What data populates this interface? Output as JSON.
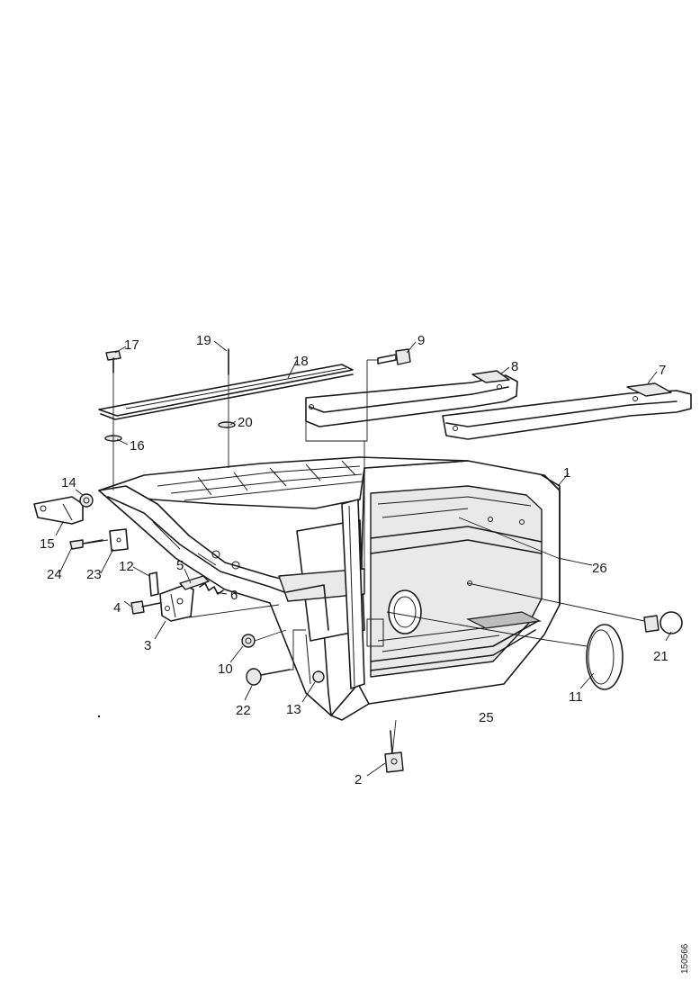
{
  "diagram": {
    "parts": [
      {
        "id": "p1",
        "label": "1"
      },
      {
        "id": "p2",
        "label": "2"
      },
      {
        "id": "p3",
        "label": "3"
      },
      {
        "id": "p4",
        "label": "4"
      },
      {
        "id": "p5",
        "label": "5"
      },
      {
        "id": "p6",
        "label": "6"
      },
      {
        "id": "p7",
        "label": "7"
      },
      {
        "id": "p8",
        "label": "8"
      },
      {
        "id": "p9",
        "label": "9"
      },
      {
        "id": "p10",
        "label": "10"
      },
      {
        "id": "p11",
        "label": "11"
      },
      {
        "id": "p12",
        "label": "12"
      },
      {
        "id": "p13",
        "label": "13"
      },
      {
        "id": "p14",
        "label": "14"
      },
      {
        "id": "p15",
        "label": "15"
      },
      {
        "id": "p16a",
        "label": "16"
      },
      {
        "id": "p16b",
        "label": "16"
      },
      {
        "id": "p17",
        "label": "17"
      },
      {
        "id": "p18",
        "label": "18"
      },
      {
        "id": "p19",
        "label": "19"
      },
      {
        "id": "p20",
        "label": "20"
      },
      {
        "id": "p21",
        "label": "21"
      },
      {
        "id": "p22",
        "label": "22"
      },
      {
        "id": "p23",
        "label": "23"
      },
      {
        "id": "p24",
        "label": "24"
      },
      {
        "id": "p25",
        "label": "25"
      },
      {
        "id": "p26",
        "label": "26"
      }
    ],
    "doc_number": "150566"
  }
}
